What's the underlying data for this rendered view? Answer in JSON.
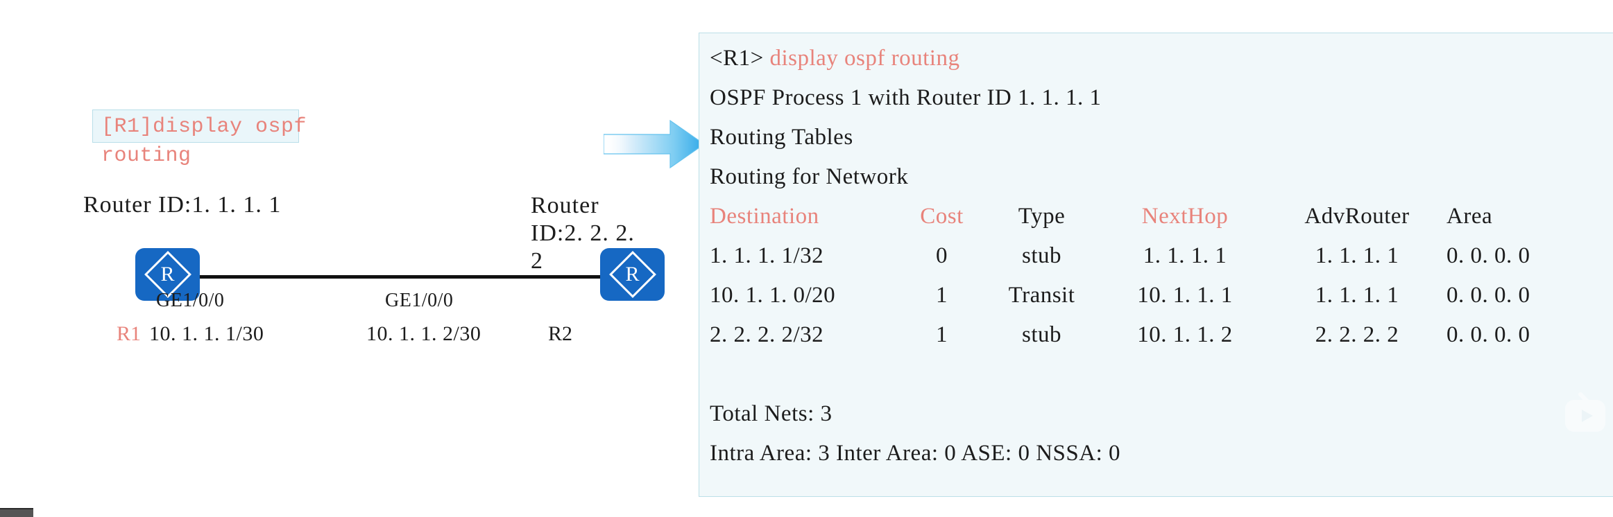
{
  "diagram": {
    "command_box": {
      "line1": "[R1]display ospf",
      "line2": "routing",
      "text_color": "#e8837b",
      "bg_color": "#eaf6fa",
      "border_color": "#b9dfe9"
    },
    "router_id_left": "Router ID:1. 1. 1. 1",
    "router_id_right": "Router ID:2. 2. 2. 2",
    "routers": [
      {
        "name": "R1",
        "name_color": "#e8837b",
        "glyph": "R",
        "interface": "GE1/0/0",
        "ip": "10. 1. 1. 1/30",
        "color": "#1668c3"
      },
      {
        "name": "R2",
        "name_color": "#1c1c1c",
        "glyph": "R",
        "interface": "GE1/0/0",
        "ip": "10. 1. 1. 2/30",
        "color": "#1668c3"
      }
    ],
    "arrow": {
      "icon": "arrow-right-icon",
      "color_start": "#dff0fb",
      "color_end": "#2fa8e8"
    },
    "link_color": "#111111"
  },
  "terminal": {
    "bg_color": "#f1f8fa",
    "border_color": "#bcdfe8",
    "prompt": "<R1>",
    "command": "display ospf routing",
    "command_color": "#e8837b",
    "lines": [
      "OSPF Process 1 with Router ID 1. 1. 1. 1",
      "Routing Tables",
      "Routing for Network"
    ],
    "table": {
      "headers": [
        "Destination",
        "Cost",
        "Type",
        "NextHop",
        "AdvRouter",
        "Area"
      ],
      "header_colors": [
        "#e8837b",
        "#e8837b",
        "#1c1c1c",
        "#e8837b",
        "#1c1c1c",
        "#1c1c1c"
      ],
      "rows": [
        [
          "1. 1. 1. 1/32",
          "0",
          "stub",
          "1. 1. 1. 1",
          "1. 1. 1. 1",
          "0. 0. 0. 0"
        ],
        [
          "10. 1. 1. 0/20",
          "1",
          "Transit",
          "10. 1. 1. 1",
          "1. 1. 1. 1",
          "0. 0. 0. 0"
        ],
        [
          "2. 2. 2. 2/32",
          "1",
          "stub",
          "10. 1. 1. 2",
          "2. 2. 2. 2",
          "0. 0. 0. 0"
        ]
      ]
    },
    "summary": {
      "total_nets": "Total Nets: 3",
      "counters": "Intra Area: 3  Inter Area: 0  ASE: 0  NSSA: 0"
    }
  },
  "watermark": {
    "icon": "play-button-logo-icon"
  }
}
